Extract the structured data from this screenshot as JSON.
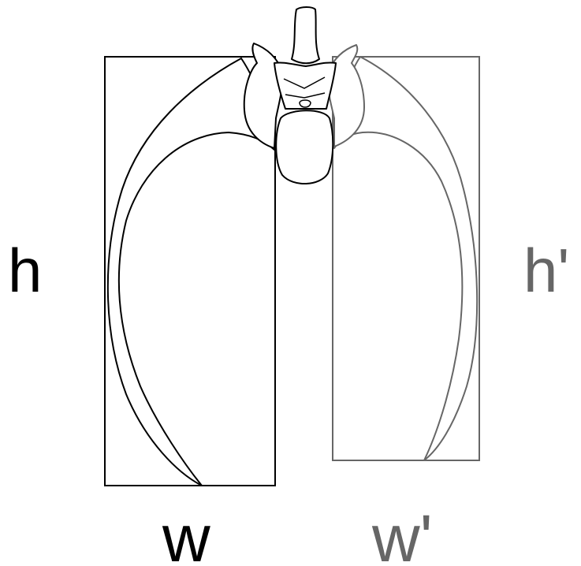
{
  "labels": {
    "left_height": "h",
    "left_width": "w",
    "right_height": "h'",
    "right_width": "w'"
  },
  "colors": {
    "left": "#000000",
    "right": "#666666",
    "background": "#ffffff"
  }
}
